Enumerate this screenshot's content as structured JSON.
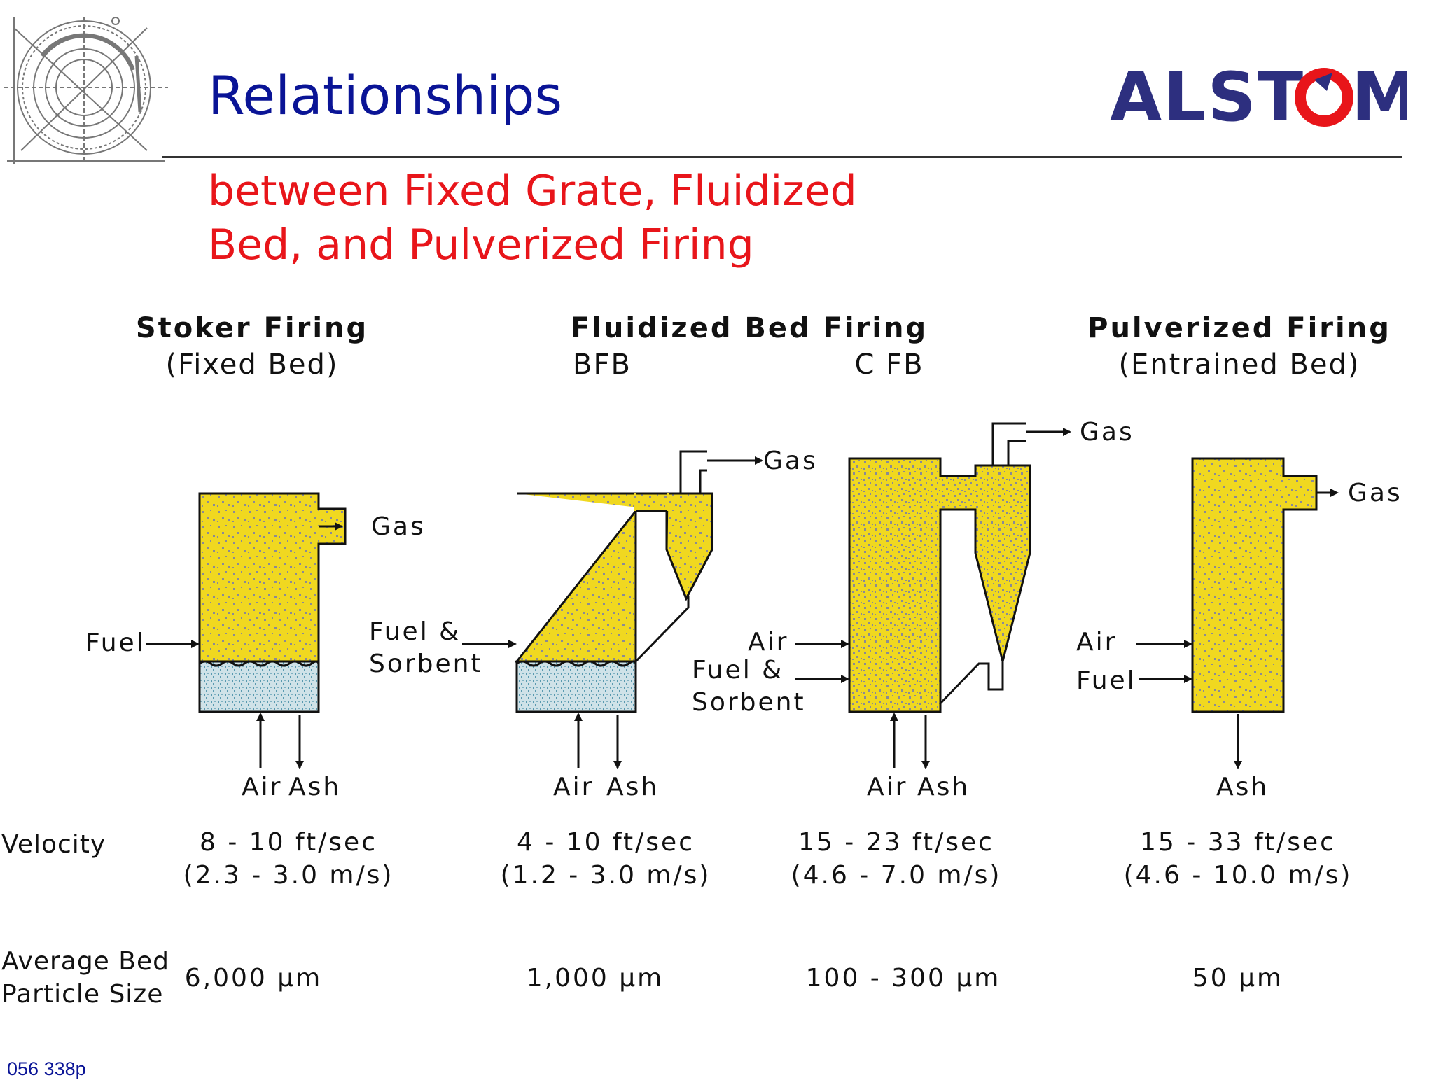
{
  "header": {
    "title": "Relationships",
    "subtitle_line1": "between Fixed Grate, Fluidized",
    "subtitle_line2": "Bed, and Pulverized Firing",
    "logo_text": "ALSTOM"
  },
  "footer": {
    "code": "056 338p"
  },
  "colors": {
    "title_blue": "#0a1496",
    "subtitle_red": "#e8151a",
    "furnace_yellow": "#f0d820",
    "bed_blue": "#b9d3dc",
    "logo_navy": "#2d2f7f",
    "logo_red": "#e8151a"
  },
  "columns": [
    {
      "heading": "Stoker Firing",
      "subheading": "(Fixed Bed)",
      "flows": {
        "gas": "Gas",
        "fuel": "Fuel",
        "air": "Air",
        "ash": "Ash"
      },
      "velocity": "8 - 10 ft/sec",
      "velocity_si": "(2.3 - 3.0 m/s)",
      "particle_size": "6,000 µm"
    },
    {
      "subheading": "BFB",
      "flows": {
        "gas": "Gas",
        "fuel_line1": "Fuel &",
        "fuel_line2": "Sorbent",
        "air": "Air",
        "ash": "Ash"
      },
      "velocity": "4 - 10 ft/sec",
      "velocity_si": "(1.2 - 3.0 m/s)",
      "particle_size": "1,000 µm"
    },
    {
      "subheading": "C FB",
      "flows": {
        "gas": "Gas",
        "air_side": "Air",
        "fuel_line1": "Fuel &",
        "fuel_line2": "Sorbent",
        "air": "Air",
        "ash": "Ash"
      },
      "velocity": "15 - 23 ft/sec",
      "velocity_si": "(4.6 - 7.0 m/s)",
      "particle_size": "100 - 300 µm"
    },
    {
      "heading": "Pulverized  Firing",
      "subheading": "(Entrained Bed)",
      "flows": {
        "gas": "Gas",
        "air": "Air",
        "fuel": "Fuel",
        "ash": "Ash"
      },
      "velocity": "15 - 33 ft/sec",
      "velocity_si": "(4.6 - 10.0 m/s)",
      "particle_size": "50 µm"
    }
  ],
  "fluidized_heading": "Fluidized Bed Firing",
  "row_labels": {
    "velocity": "Velocity",
    "particle_line1": "Average Bed",
    "particle_line2": "Particle Size"
  }
}
